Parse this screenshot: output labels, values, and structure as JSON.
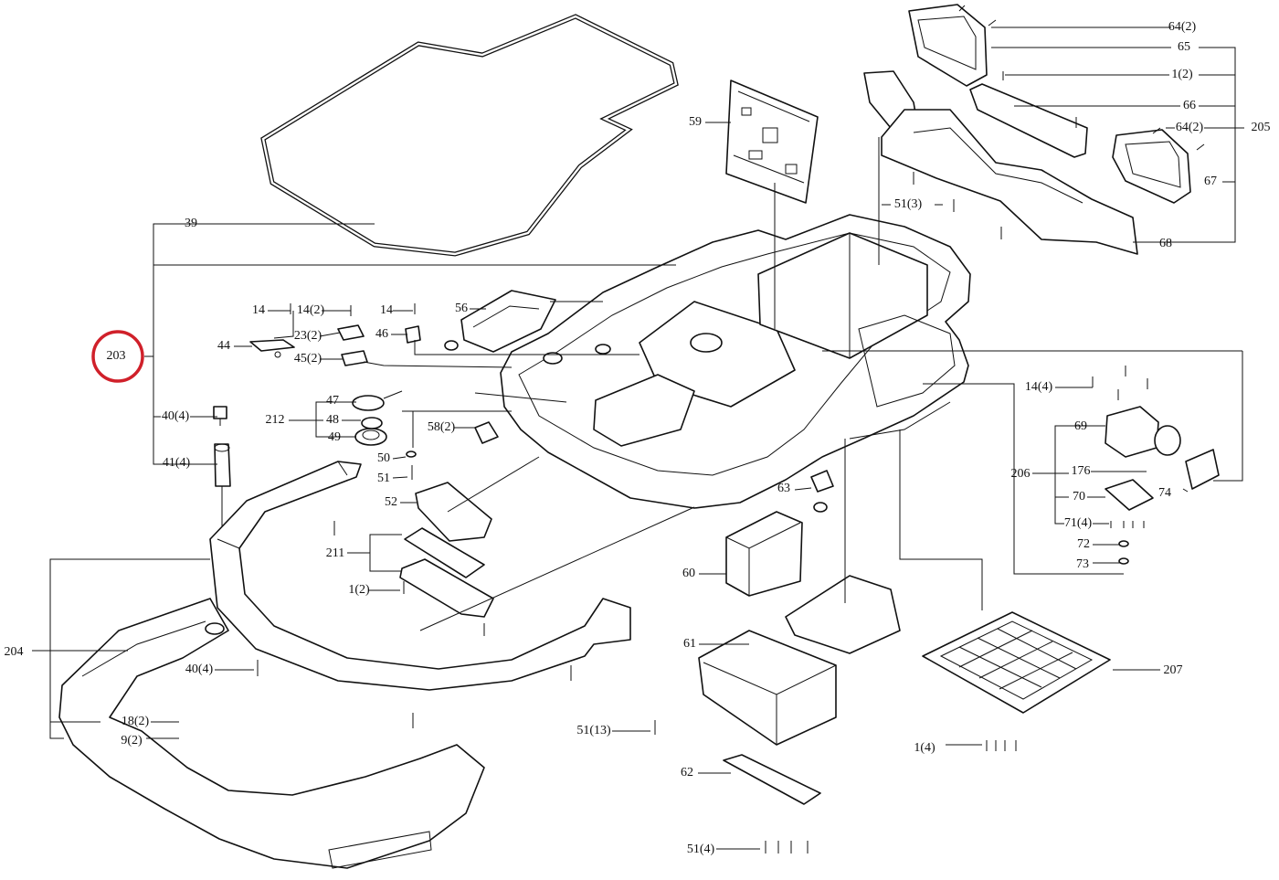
{
  "highlight": {
    "label": "203",
    "color": "#d0202a"
  },
  "labels": {
    "l39": "39",
    "l59": "59",
    "l64a": "64(2)",
    "l65": "65",
    "l1a": "1(2)",
    "l66": "66",
    "l64b": "64(2)",
    "l205": "205",
    "l67": "67",
    "l68": "68",
    "l51a": "51(3)",
    "l14a": "14",
    "l14b": "14(2)",
    "l23": "23(2)",
    "l45": "45(2)",
    "l44": "44",
    "l14c": "14",
    "l46": "46",
    "l56": "56",
    "l14d": "14(4)",
    "l47": "47",
    "l212": "212",
    "l48": "48",
    "l49": "49",
    "l58": "58(2)",
    "l40a": "40(4)",
    "l50": "50",
    "l51b": "51",
    "l41": "41(4)",
    "l52": "52",
    "l63": "63",
    "l69": "69",
    "l206": "206",
    "l176": "176",
    "l70": "70",
    "l74": "74",
    "l71": "71(4)",
    "l211": "211",
    "l72": "72",
    "l73": "73",
    "l60": "60",
    "l1b": "1(2)",
    "l204": "204",
    "l61": "61",
    "l207": "207",
    "l40b": "40(4)",
    "l18": "18(2)",
    "l9": "9(2)",
    "l51c": "51(13)",
    "l1c": "1(4)",
    "l62": "62",
    "l51d": "51(4)"
  }
}
